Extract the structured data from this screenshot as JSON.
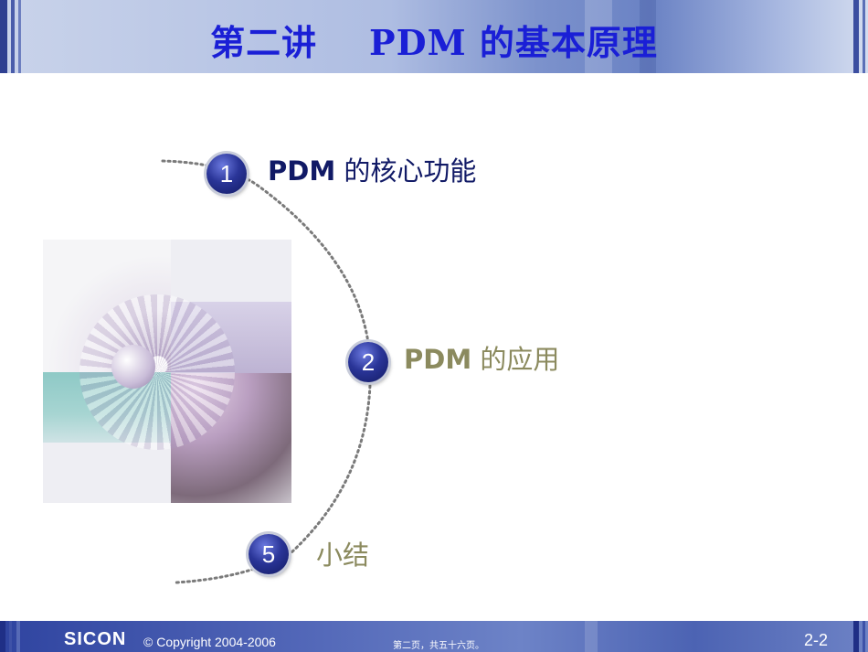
{
  "header": {
    "title": "第二讲    PDM 的基本原理"
  },
  "items": [
    {
      "number": "1",
      "prefix": "PDM",
      "text": " 的核心功能"
    },
    {
      "number": "2",
      "prefix": "PDM",
      "text": " 的应用"
    },
    {
      "number": "5",
      "prefix": "",
      "text": "小结"
    }
  ],
  "footer": {
    "brand": "SICON",
    "copyright": "© Copyright 2004-2006",
    "page_info": "第二页，共五十六页。",
    "page_number": "2-2"
  },
  "colors": {
    "title": "#1a1fd6",
    "item_active": "#111a66",
    "item_inactive": "#8b8a5e",
    "bullet": "#1f2a86"
  }
}
